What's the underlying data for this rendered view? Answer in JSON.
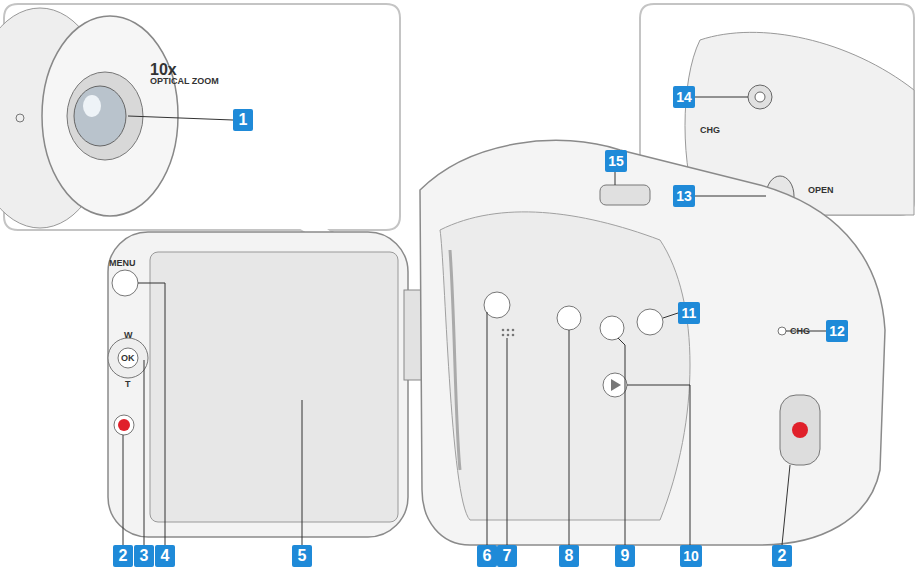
{
  "diagram": {
    "labels": [
      "1",
      "2",
      "3",
      "4",
      "5",
      "6",
      "7",
      "8",
      "9",
      "10",
      "11",
      "2",
      "12",
      "13",
      "14",
      "15",
      "MENU",
      "W",
      "OK",
      "T",
      "CHG",
      "OPEN",
      "CHG",
      "10x",
      "OPTICAL ZOOM"
    ]
  }
}
